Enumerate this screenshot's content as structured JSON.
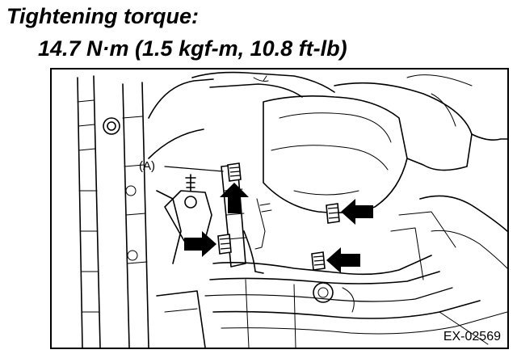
{
  "title": {
    "line1": "Tightening torque:",
    "line2": "14.7 N·m (1.5 kgf-m, 10.8 ft-lb)"
  },
  "figure": {
    "callout_label": "(A)",
    "figure_code": "EX-02569",
    "arrow_count": 4,
    "icons": [
      "bolt-arrow-icon",
      "bolt-icon"
    ]
  }
}
